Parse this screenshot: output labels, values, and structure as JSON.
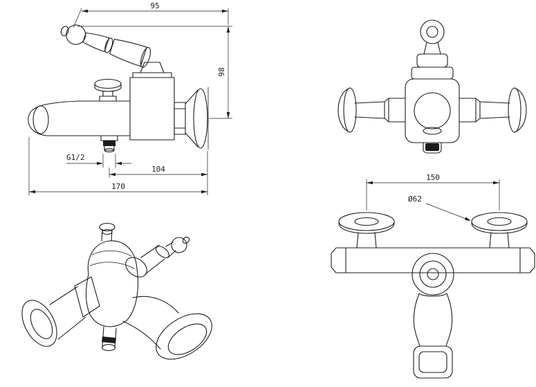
{
  "colors": {
    "background": "#ffffff",
    "line": "#1c1c1c"
  },
  "side_view": {
    "dim_top_width": "95",
    "dim_height": "98",
    "dim_thread": "G1/2",
    "dim_outlet_to_wall": "104",
    "dim_total_reach": "170"
  },
  "plan_view": {
    "dim_centers": "150",
    "dim_flange_diameter": "Ø62"
  }
}
